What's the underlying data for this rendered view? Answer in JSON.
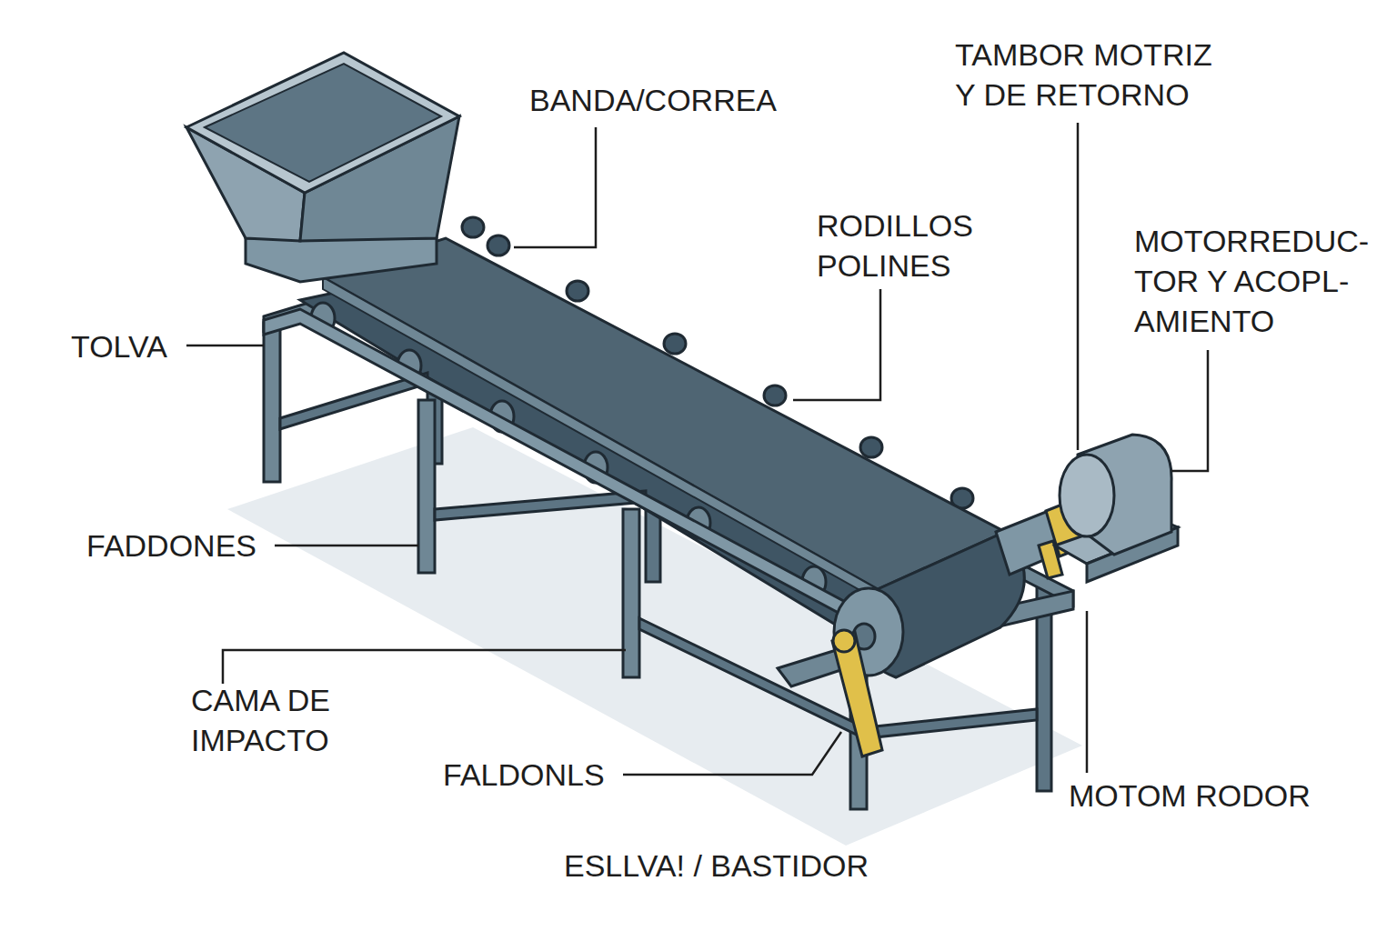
{
  "diagram": {
    "labels": [
      "BANDA/CORREA",
      "TAMBOR MOTRIZ Y DE RETORNO",
      "RODILLOS POLINES",
      "MOTORREDUC- TOR Y ACOPL- AMIENTO",
      "TOLVA",
      "FADDONES",
      "CAMA DE IMPACTO",
      "FALDONLS",
      "MOTOM RODOR",
      "ESLLVA! / BASTIDOR"
    ]
  }
}
